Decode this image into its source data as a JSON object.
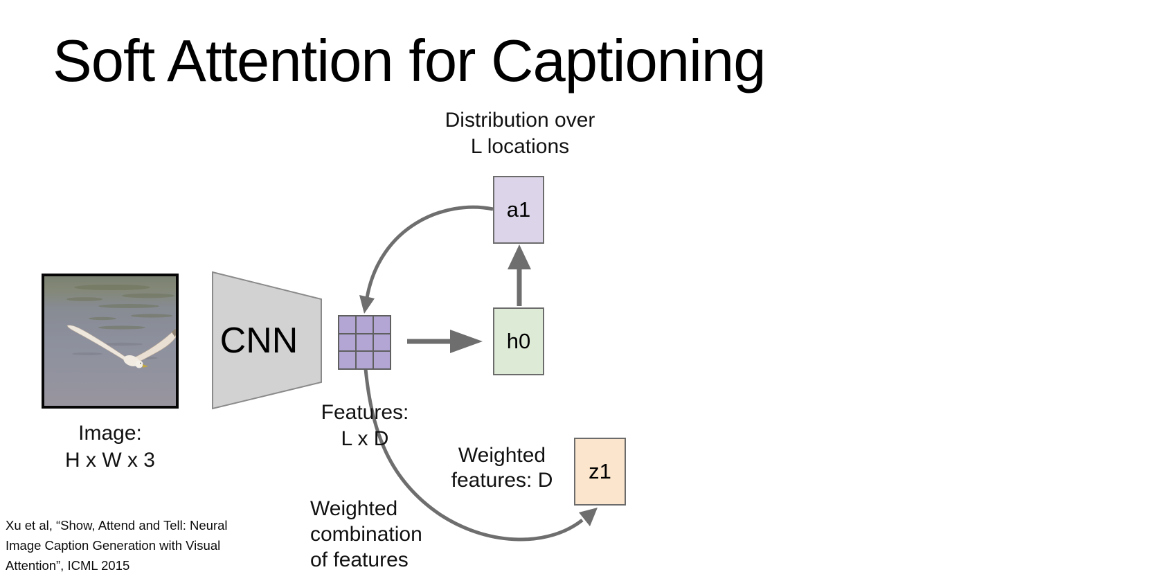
{
  "slide": {
    "title": "Soft Attention for Captioning",
    "citation_lines": [
      "Xu et al, “Show, Attend and Tell: Neural",
      "Image Caption Generation with Visual",
      "Attention”, ICML 2015"
    ]
  },
  "labels": {
    "distribution": [
      "Distribution over",
      "L locations"
    ],
    "image": [
      "Image:",
      "H x W x 3"
    ],
    "features": [
      "Features:",
      "L x D"
    ],
    "weighted_features": [
      "Weighted",
      "features: D"
    ],
    "weighted_combination": [
      "Weighted",
      "combination",
      "of features"
    ]
  },
  "nodes": {
    "cnn": {
      "label": "CNN",
      "fill": "#d2d2d2"
    },
    "a1": {
      "label": "a1",
      "fill": "#dcd5e9"
    },
    "h0": {
      "label": "h0",
      "fill": "#ddebd6"
    },
    "z1": {
      "label": "z1",
      "fill": "#fbe5cc"
    },
    "features_grid": {
      "rows": 3,
      "cols": 3,
      "cell_fill": "#b3a6d5"
    }
  },
  "photo": {
    "subject": "seagull flying over water"
  },
  "colors": {
    "arrow": "#6e6e6e",
    "node_border": "#6b6b6b",
    "grid_border": "#5f5f5f",
    "title_text": "#000000"
  }
}
